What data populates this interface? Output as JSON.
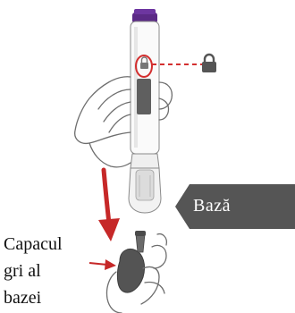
{
  "labels": {
    "base": "Bază",
    "cap_line1": "Capacul",
    "cap_line2": "gri al",
    "cap_line3": "bazei"
  },
  "icons": {
    "lock": "lock-icon"
  },
  "colors": {
    "pen_cap": "#5b2a86",
    "indicator_ring": "#d32f2f",
    "arrow": "#c62828",
    "label_bg": "#555555",
    "window": "#5f5f5f",
    "outline": "#6e6e6e"
  }
}
